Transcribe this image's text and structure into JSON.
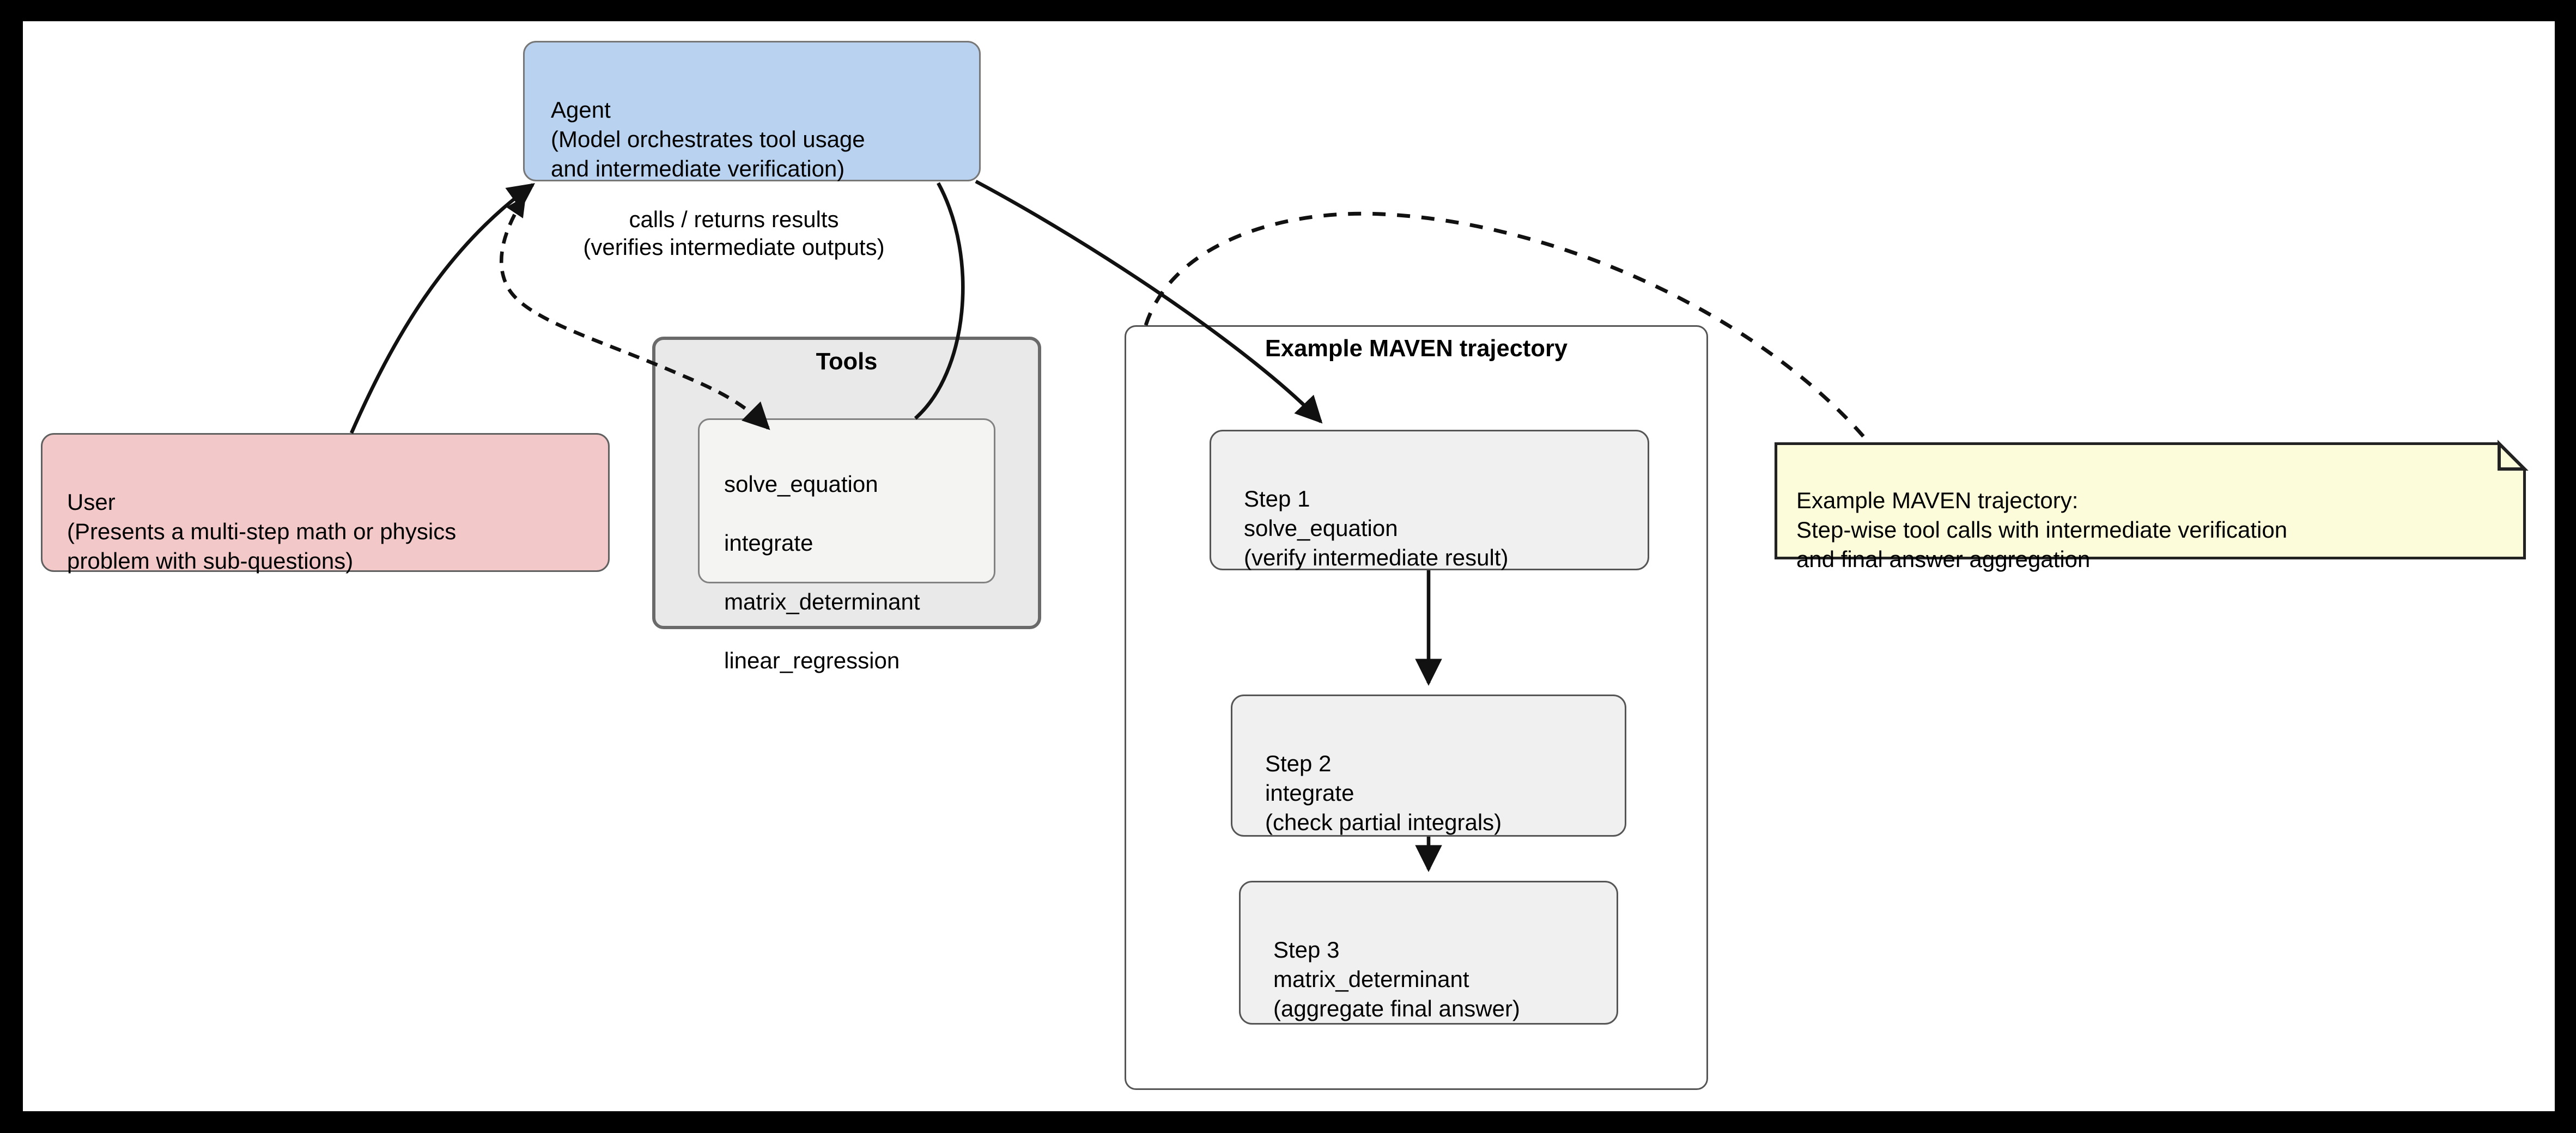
{
  "diagram": {
    "nodes": {
      "agent": {
        "label": "Agent\n(Model orchestrates tool usage\nand intermediate verification)"
      },
      "user": {
        "label": "User\n(Presents a multi-step math or physics\nproblem with sub-questions)"
      },
      "tools": {
        "title": "Tools",
        "items": [
          "solve_equation",
          "integrate",
          "matrix_determinant",
          "linear_regression"
        ]
      },
      "trajectory": {
        "title": "Example MAVEN trajectory",
        "steps": [
          {
            "label": "Step 1\nsolve_equation\n(verify intermediate result)"
          },
          {
            "label": "Step 2\nintegrate\n(check partial integrals)"
          },
          {
            "label": "Step 3\nmatrix_determinant\n(aggregate final answer)"
          }
        ]
      },
      "note": {
        "label": "Example MAVEN trajectory:\nStep-wise tool calls with intermediate verification\nand final answer aggregation"
      }
    },
    "edges": {
      "agent_tools_label": "calls / returns results\n(verifies intermediate outputs)"
    },
    "colors": {
      "agent_fill": "#b9d2f0",
      "user_fill": "#f2c8c8",
      "tools_fill": "#e9e9e9",
      "tools_inner_fill": "#f4f4f3",
      "step_fill": "#f0f0f0",
      "cluster_fill": "#ffffff",
      "note_fill": "#fcfcda",
      "edge": "#111111",
      "frame": "#000000",
      "canvas": "#ffffff"
    }
  }
}
